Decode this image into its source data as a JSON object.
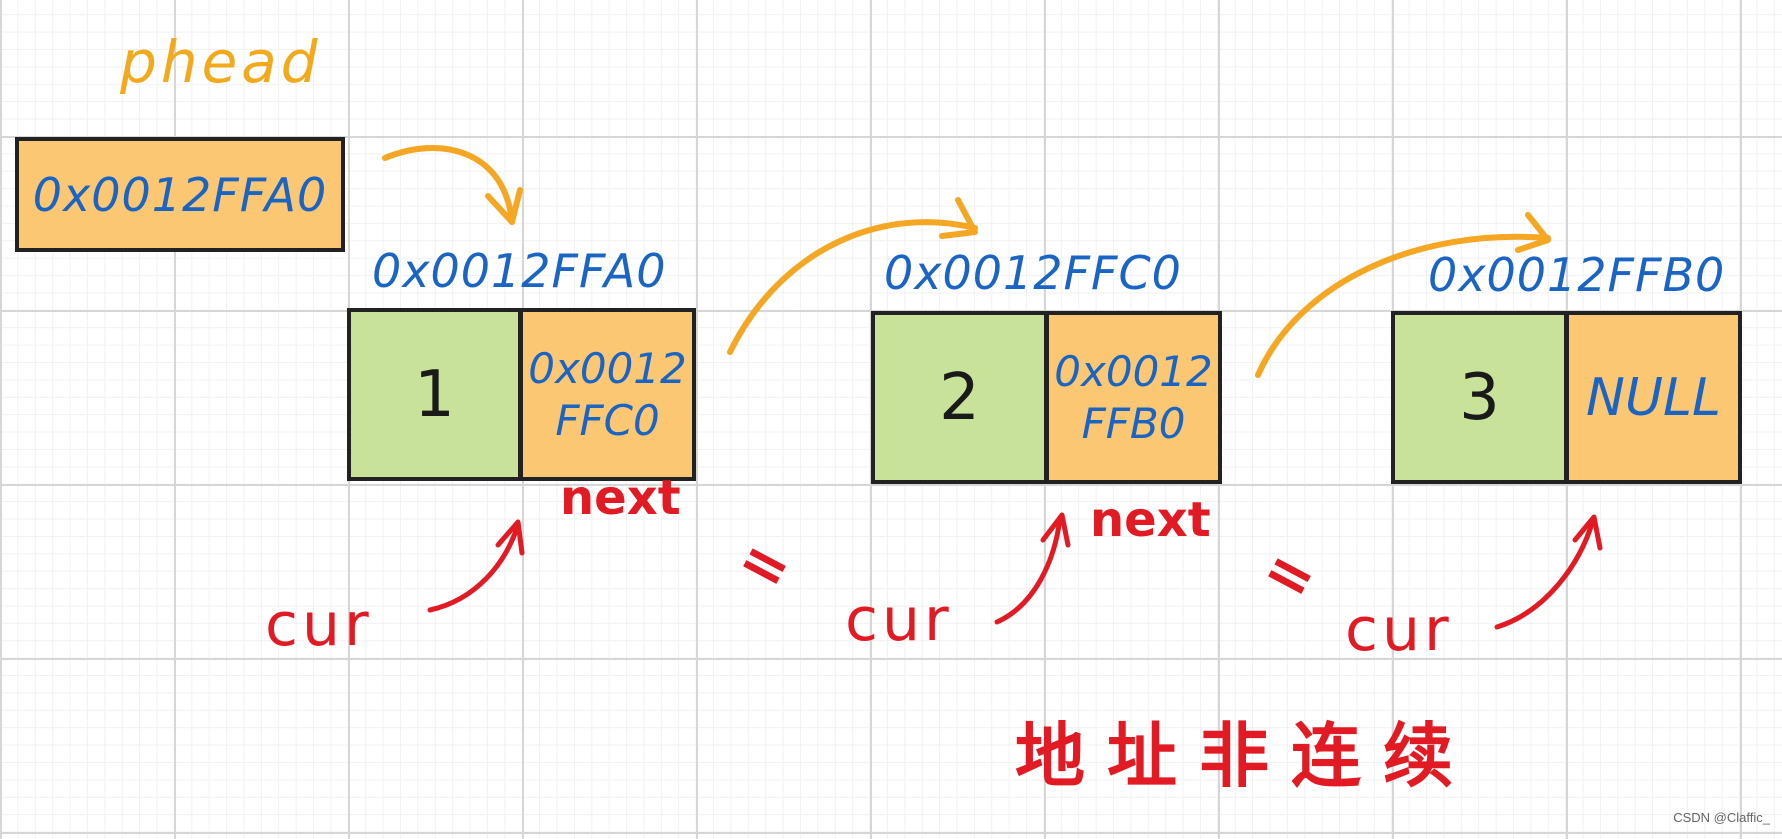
{
  "head": {
    "label": "phead",
    "value": "0x0012FFA0"
  },
  "nodes": [
    {
      "address": "0x0012FFA0",
      "data": "1",
      "next_line1": "0x0012",
      "next_line2": "FFC0"
    },
    {
      "address": "0x0012FFC0",
      "data": "2",
      "next_line1": "0x0012",
      "next_line2": "FFB0"
    },
    {
      "address": "0x0012FFB0",
      "data": "3",
      "next_line1": "NULL",
      "next_line2": ""
    }
  ],
  "labels": {
    "next": "next",
    "cur": "cur",
    "equals": "=",
    "note": "地址非连续"
  },
  "watermark": "CSDN @Claffic_",
  "colors": {
    "data_cell": "#c8e29a",
    "pointer_cell": "#fbc773",
    "address_text": "#1a64c4",
    "phead_text": "#f2a91c",
    "annotation_red": "#e21a23",
    "arrow_orange": "#f5a623",
    "arrow_red": "#e21a23"
  }
}
